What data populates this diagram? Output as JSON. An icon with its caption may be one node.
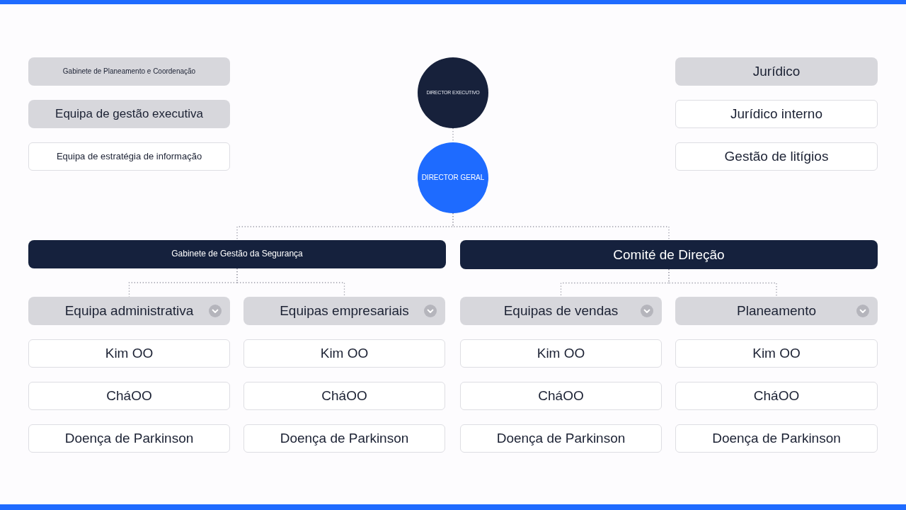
{
  "diagram": {
    "nodes": [
      {
        "text": [
          "Gabinete de Planeamento e Coordenação"
        ]
      },
      {
        "text": [
          "DIRECTOR EXECUTIVO"
        ]
      },
      {
        "text": [
          "Jurídico"
        ]
      },
      {
        "text": [
          "Equipa de gestão executiva"
        ]
      },
      {
        "text": [
          "Jurídico interno"
        ]
      },
      {
        "text": [
          "Equipa de estratégia de informação"
        ]
      },
      {
        "text": [
          "DIRECTOR GERAL"
        ]
      },
      {
        "text": [
          "Gestão de litígios"
        ]
      },
      {
        "text": [
          "Gabinete de Gestão da Segurança"
        ]
      },
      {
        "text": [
          "Comité de Direção"
        ]
      },
      {
        "text": [
          "Equipa administrativa"
        ]
      },
      {
        "text": [
          "Equipas empresariais"
        ]
      },
      {
        "text": [
          "Equipas de vendas"
        ]
      },
      {
        "text": [
          "Planeamento"
        ]
      },
      {
        "text": [
          "Kim OO"
        ]
      },
      {
        "text": [
          "Kim OO"
        ]
      },
      {
        "text": [
          "Kim OO"
        ]
      },
      {
        "text": [
          "Kim OO"
        ]
      },
      {
        "text": [
          "CháOO"
        ]
      },
      {
        "text": [
          "CháOO"
        ]
      },
      {
        "text": [
          "CháOO"
        ]
      },
      {
        "text": [
          "CháOO"
        ]
      },
      {
        "text": [
          "Doença de Parkinson"
        ]
      },
      {
        "text": [
          "Doença de Parkinson"
        ]
      },
      {
        "text": [
          "Doença de Parkinson"
        ]
      },
      {
        "text": [
          "Doença de Parkinson"
        ]
      }
    ],
    "edges": [
      {
        "from": 1,
        "to": 6,
        "arrow": "none"
      },
      {
        "from": 6,
        "to": 8,
        "arrow": "none"
      },
      {
        "from": 6,
        "to": 9,
        "arrow": "none"
      },
      {
        "from": 8,
        "to": 10,
        "arrow": "none"
      },
      {
        "from": 8,
        "to": 11,
        "arrow": "none"
      },
      {
        "from": 9,
        "to": 12,
        "arrow": "none"
      },
      {
        "from": 9,
        "to": 13,
        "arrow": "none"
      }
    ]
  }
}
